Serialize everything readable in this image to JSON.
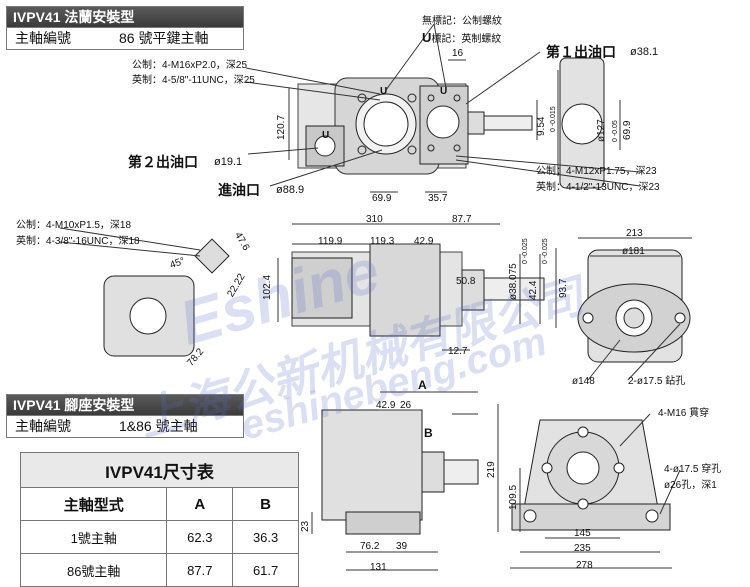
{
  "header_flange": {
    "title": "IVPV41 法蘭安裝型",
    "shaft_label": "主軸編號",
    "shaft_value": "86 號平鍵主軸"
  },
  "header_foot": {
    "title": "IVPV41 腳座安裝型",
    "shaft_label": "主軸編號",
    "shaft_value": "1&86 號主軸"
  },
  "legend": {
    "no_mark": "無標記：公制螺紋",
    "u_mark_letter": "U",
    "u_mark": "標記：英制螺紋"
  },
  "notes": {
    "top_metric": "公制：4-M16xP2.0，深25",
    "top_imperial": "英制：4-5/8\"-11UNC，深25",
    "right_metric": "公制：4-M12xP1.75，深23",
    "right_imperial": "英制：4-1/2\"-13UNC，深23",
    "mid_metric": "公制：4-M10xP1.5，深18",
    "mid_imperial": "英制：4-3/8\"-16UNC，深18"
  },
  "ports": {
    "outlet1": "第１出油口",
    "outlet1_dia": "ø38.1",
    "outlet2": "第２出油口",
    "outlet2_dia": "ø19.1",
    "inlet": "進油口",
    "inlet_dia": "ø88.9"
  },
  "dims_top": {
    "d16": "16",
    "d120_7": "120.7",
    "d69_9a": "69.9",
    "d35_7": "35.7",
    "d9_54": "9.54",
    "d9_54_tol": "0 -0.015",
    "d127": "ø127",
    "d127_tol": "0 -0.05",
    "d69_9b": "69.9",
    "u_a": "U",
    "u_b": "U",
    "u_c": "U"
  },
  "dims_side": {
    "d310": "310",
    "d87_7": "87.7",
    "d119_9": "119.9",
    "d119_3": "119.3",
    "d42_9": "42.9",
    "d50_8": "50.8",
    "d102_4": "102.4",
    "d12_7": "12.7",
    "d38_075": "ø38.075",
    "d38_tol": "0 -0.025",
    "d42_4": "42.4",
    "d42_tol": "0 -0.025",
    "d93_7": "93.7",
    "d47_6": "47.6",
    "d22_22": "22.22",
    "d45": "45°",
    "d78_2": "78.2"
  },
  "dims_end": {
    "d213": "213",
    "d181": "ø181",
    "d148": "ø148",
    "holes": "2-ø17.5 鉆孔"
  },
  "dims_foot": {
    "a": "A",
    "b": "B",
    "d42_9": "42.9",
    "d26": "26",
    "d23": "23",
    "d76_2": "76.2",
    "d39": "39",
    "d131": "131",
    "d219": "219",
    "d109_5": "109.5",
    "d145": "145",
    "d235": "235",
    "d278": "278",
    "m16": "4-M16 貫穿",
    "h17_5": "4-ø17.5 穿孔",
    "h26": "ø26孔，深1"
  },
  "table": {
    "caption": "IVPV41尺寸表",
    "headers": [
      "主軸型式",
      "A",
      "B"
    ],
    "rows": [
      {
        "type": "1號主軸",
        "a": "62.3",
        "b": "36.3"
      },
      {
        "type": "86號主軸",
        "a": "87.7",
        "b": "61.7"
      }
    ]
  },
  "watermark": {
    "brand": "Eshine",
    "cn": "上海公新机械有限公司",
    "url": "eshinebeng.com"
  }
}
